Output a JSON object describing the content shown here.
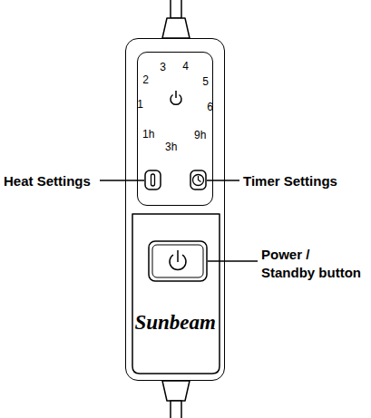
{
  "diagram": {
    "nodes": [
      {
        "text": [
          "Sunbeam"
        ]
      },
      {
        "text": [
          "1",
          "2",
          "3",
          "4",
          "5",
          "6",
          "1h",
          "3h",
          "9h"
        ],
        "in": 0
      }
    ],
    "labels": [
      "Heat Settings",
      "Timer Settings",
      "Power / Standby button"
    ]
  }
}
